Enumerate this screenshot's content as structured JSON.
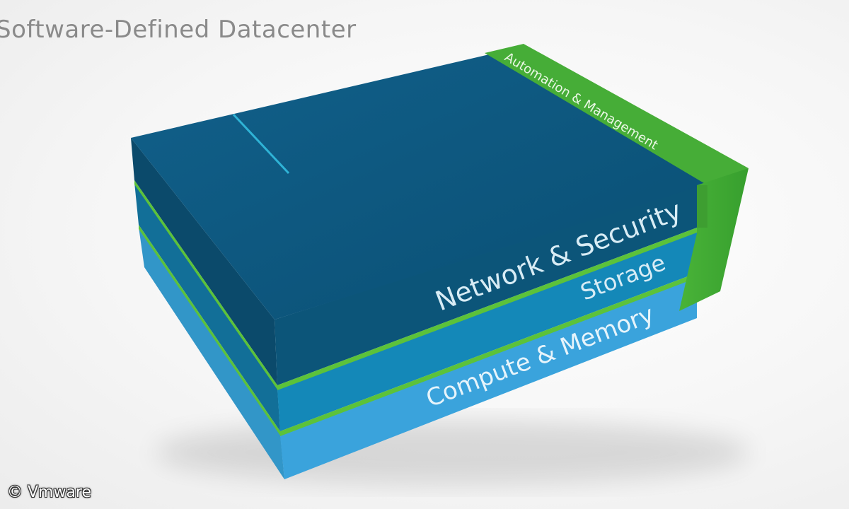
{
  "header": {
    "title": "Software-Defined Datacenter"
  },
  "diagram": {
    "layers": [
      {
        "label": "Network & Security",
        "color": "#0d5b82"
      },
      {
        "label": "Storage",
        "color": "#1489b8"
      },
      {
        "label": "Compute & Memory",
        "color": "#3aa3dc"
      }
    ],
    "side_panel": {
      "label": "Automation & Management",
      "color": "#3ca535"
    },
    "separator_color": "#5cc23a"
  },
  "footer": {
    "copyright": "© Vmware"
  }
}
